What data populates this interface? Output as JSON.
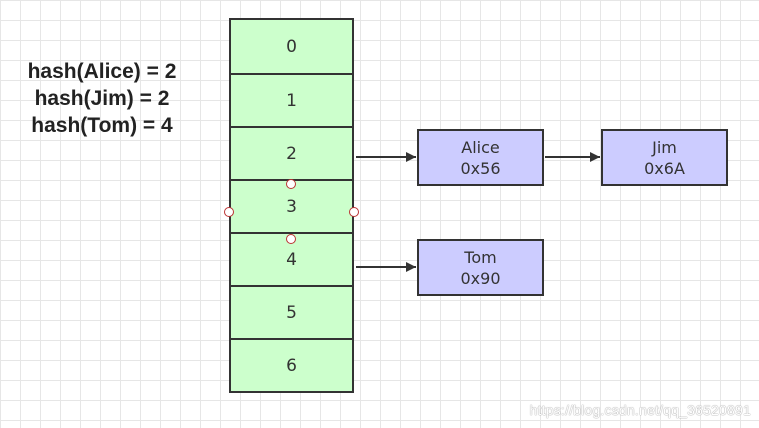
{
  "hash_labels": [
    "hash(Alice) = 2",
    "hash(Jim) = 2",
    "hash(Tom) = 4"
  ],
  "table": {
    "indices": [
      "0",
      "1",
      "2",
      "3",
      "4",
      "5",
      "6"
    ]
  },
  "nodes": {
    "alice": {
      "name": "Alice",
      "address": "0x56"
    },
    "jim": {
      "name": "Jim",
      "address": "0x6A"
    },
    "tom": {
      "name": "Tom",
      "address": "0x90"
    }
  },
  "links": [
    {
      "from": "slot-2",
      "to": "alice"
    },
    {
      "from": "alice",
      "to": "jim"
    },
    {
      "from": "slot-4",
      "to": "tom"
    }
  ],
  "colors": {
    "slot_fill": "#ccffcc",
    "node_fill": "#ccccff",
    "border": "#333333"
  },
  "watermark": "https://blog.csdn.net/qq_36520891"
}
